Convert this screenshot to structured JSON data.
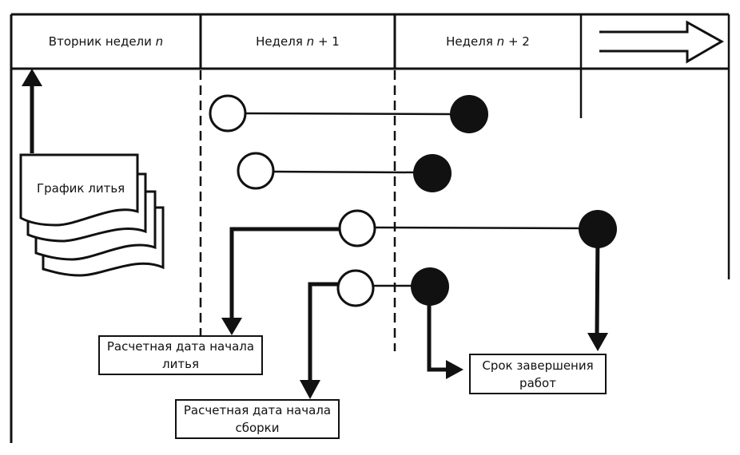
{
  "header": {
    "col1": {
      "text": "Вторник недели ",
      "var": "n",
      "suffix": ""
    },
    "col2": {
      "text": "Неделя ",
      "var": "n",
      "suffix": " + 1"
    },
    "col3": {
      "text": "Неделя ",
      "var": "n",
      "suffix": " + 2"
    },
    "col4_icon": "double-arrow-right-icon"
  },
  "document": {
    "label": "График литья"
  },
  "boxes": {
    "casting_start": "Расчетная дата начала литья",
    "assembly_start": "Расчетная дата начала сборки",
    "completion": "Срок завершения работ"
  },
  "legend_markers": {
    "start": "open-circle",
    "end": "filled-circle"
  },
  "colors": {
    "ink": "#111111",
    "background": "#ffffff"
  }
}
